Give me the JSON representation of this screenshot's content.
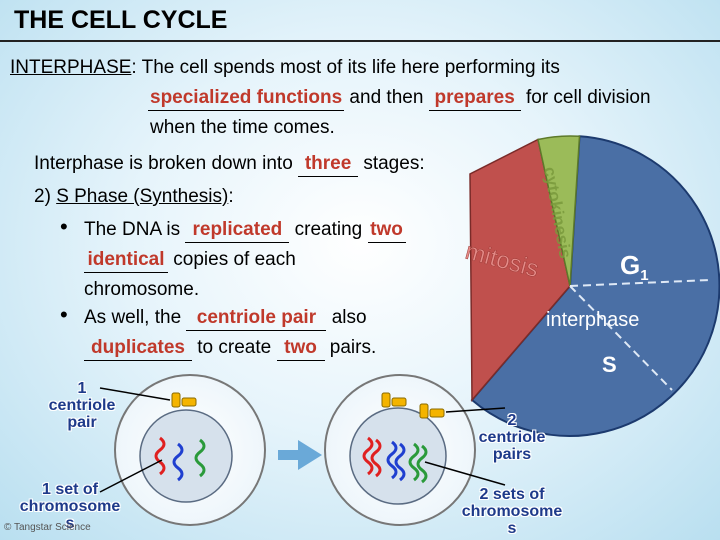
{
  "title": "THE CELL CYCLE",
  "intro": {
    "label": "INTERPHASE",
    "colon": ":",
    "line1": " The cell spends most of its life here performing its",
    "blank1": "specialized functions",
    "mid": " and then ",
    "blank2": "prepares",
    "tail": " for cell division",
    "line3": "when the time comes."
  },
  "stages": {
    "pre": "Interphase is broken down into ",
    "blank": "three",
    "post": " stages:"
  },
  "s_phase": {
    "heading_num": "2) ",
    "heading": "S Phase (Synthesis)",
    "heading_colon": ":",
    "b1_pre": "The DNA is ",
    "b1_blank1": "replicated",
    "b1_mid": " creating ",
    "b1_blank2": "two",
    "b1_blank3": "identical",
    "b1_post": " copies of each",
    "b1_line3": "chromosome.",
    "b2_pre": "As well, the ",
    "b2_blank1": "centriole pair",
    "b2_mid": " also",
    "b2_blank2": "duplicates",
    "b2_mid2": " to create ",
    "b2_blank3": "two",
    "b2_post": " pairs."
  },
  "pie": {
    "labels": {
      "cytokinesis": "cytokinesis",
      "mitosis": "mitosis",
      "g1": "G",
      "g1_sub": "1",
      "interphase": "interphase",
      "s": "S"
    },
    "colors": {
      "interphase": "#4a6fa5",
      "mitosis": "#c0504d",
      "cytokinesis": "#9bbb59"
    }
  },
  "labels": {
    "centriole_1": [
      "1",
      "centriole",
      "pair"
    ],
    "chromosome_1": [
      "1 set of",
      "chromosome",
      "s"
    ],
    "centriole_2": [
      "2",
      "centriole",
      "pairs"
    ],
    "chromosome_2": [
      "2 sets of",
      "chromosome",
      "s"
    ]
  },
  "copyright": "© Tangstar Science",
  "colors": {
    "accent_red": "#c0392b",
    "label_blue": "#1e3a8a",
    "centriole": "#f4b400"
  }
}
